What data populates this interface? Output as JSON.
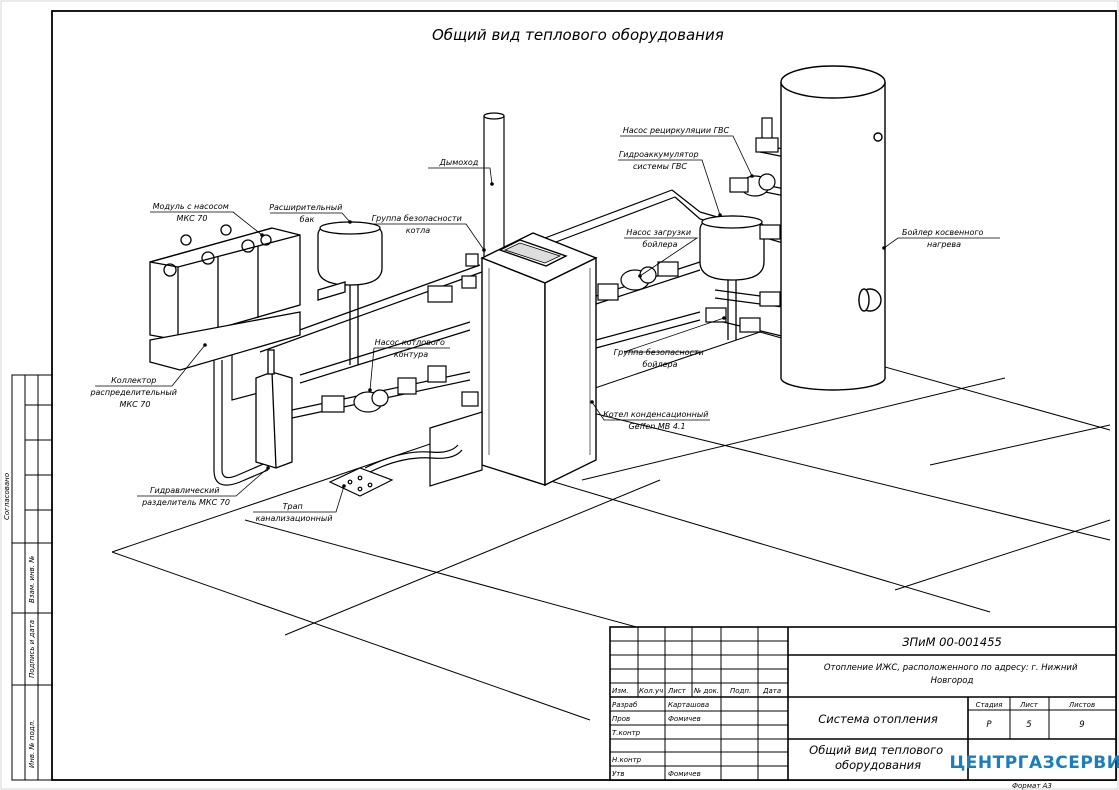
{
  "drawing": {
    "title": "Общий вид теплового оборудования",
    "labels": {
      "module": [
        "Модуль с насосом",
        "МКС 70"
      ],
      "tank": [
        "Расширительный",
        "бак"
      ],
      "safety_boiler": [
        "Группа безопасности",
        "котла"
      ],
      "chimney": "Дымоход",
      "recirc_pump": "Насос рециркуляции ГВС",
      "accumulator": [
        "Гидроаккумулятор",
        "системы ГВС"
      ],
      "load_pump": [
        "Насос загрузки",
        "бойлера"
      ],
      "indirect_boiler": [
        "Бойлер косвенного",
        "нагрева"
      ],
      "collector": [
        "Коллектор",
        "распределительный",
        "МКС 70"
      ],
      "boiler_pump": [
        "Насос котлового",
        "контура"
      ],
      "safety_dhw": [
        "Группа безопасности",
        "бойлера"
      ],
      "condensing_boiler": [
        "Котел конденсационный",
        "Geffen MB 4.1"
      ],
      "separator": [
        "Гидравлический",
        "разделитель МКС 70"
      ],
      "drain": [
        "Трап",
        "канализационный"
      ]
    }
  },
  "side_stamp": {
    "agreed": "Согласовано",
    "swap_inv": "Взам. инв. №",
    "sign_date": "Подпись и дата",
    "inv_orig": "Инв. № подл."
  },
  "title_block": {
    "code": "ЗПиМ 00-001455",
    "project": [
      "Отопление ИЖС, расположенного по адресу: г. Нижний",
      "Новгород"
    ],
    "system": "Система отопления",
    "sheet_title": [
      "Общий вид теплового",
      "оборудования"
    ],
    "company": "ЦЕНТРГАЗСЕРВИС",
    "format": "Формат А3",
    "headers": {
      "izm": "Изм.",
      "kol": "Кол.уч",
      "list": "Лист",
      "ndoc": "№ док.",
      "podp": "Подп.",
      "data": "Дата"
    },
    "roles": [
      {
        "role": "Разраб",
        "name": "Карташова"
      },
      {
        "role": "Пров",
        "name": "Фомичев"
      },
      {
        "role": "Т.контр",
        "name": ""
      },
      {
        "role": "",
        "name": ""
      },
      {
        "role": "Н.контр",
        "name": ""
      },
      {
        "role": "Утв",
        "name": "Фомичев"
      }
    ],
    "stage_header": "Стадия",
    "sheet_header": "Лист",
    "sheets_header": "Листов",
    "stage": "Р",
    "sheet": "5",
    "sheets": "9"
  }
}
